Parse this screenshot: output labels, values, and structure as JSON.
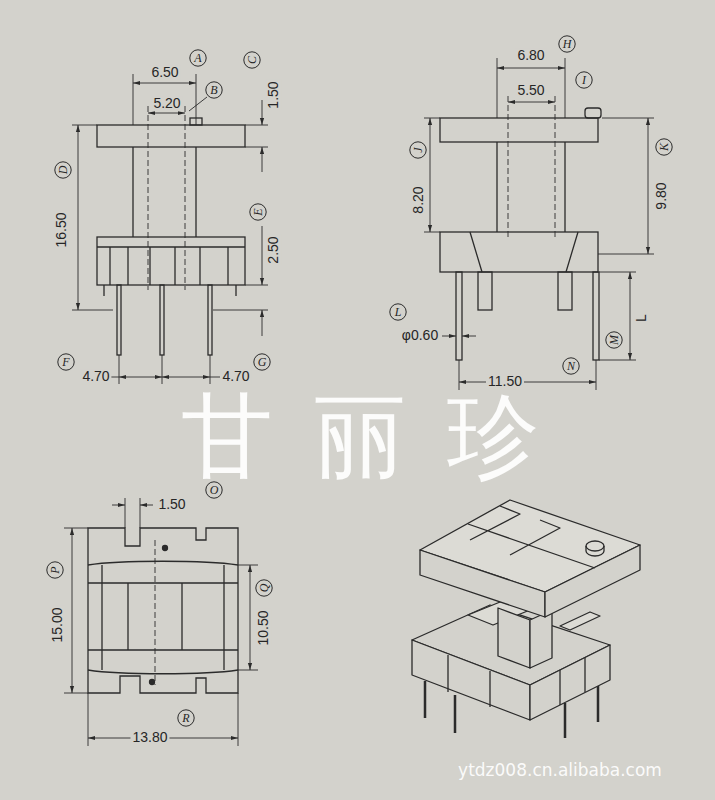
{
  "diagram": {
    "nodes": [
      {
        "text": [
          "A"
        ]
      },
      {
        "text": [
          "C"
        ]
      },
      {
        "text": [
          "H"
        ]
      },
      {
        "text": [
          "I"
        ]
      },
      {
        "text": [
          "B"
        ]
      },
      {
        "text": [
          "J"
        ]
      },
      {
        "text": [
          "K"
        ]
      },
      {
        "text": [
          "D"
        ]
      },
      {
        "text": [
          "E"
        ]
      },
      {
        "text": [
          "L"
        ]
      },
      {
        "text": [
          "M"
        ]
      },
      {
        "text": [
          "F"
        ]
      },
      {
        "text": [
          "G"
        ]
      },
      {
        "text": [
          "N"
        ]
      },
      {
        "text": [
          "O"
        ]
      },
      {
        "text": [
          "P"
        ]
      },
      {
        "text": [
          "Q"
        ]
      },
      {
        "text": [
          "R"
        ]
      }
    ],
    "labels": [
      "6.50",
      "1.50",
      "5.20",
      "16.50",
      "2.50",
      "4.70",
      "4.70",
      "6.80",
      "5.50",
      "8.20",
      "9.80",
      "φ0.60",
      "L",
      "11.50",
      "1.50",
      "15.00",
      "10.50",
      "13.80",
      "甘丽珍",
      "ytdz008.cn.alibaba.com"
    ]
  }
}
